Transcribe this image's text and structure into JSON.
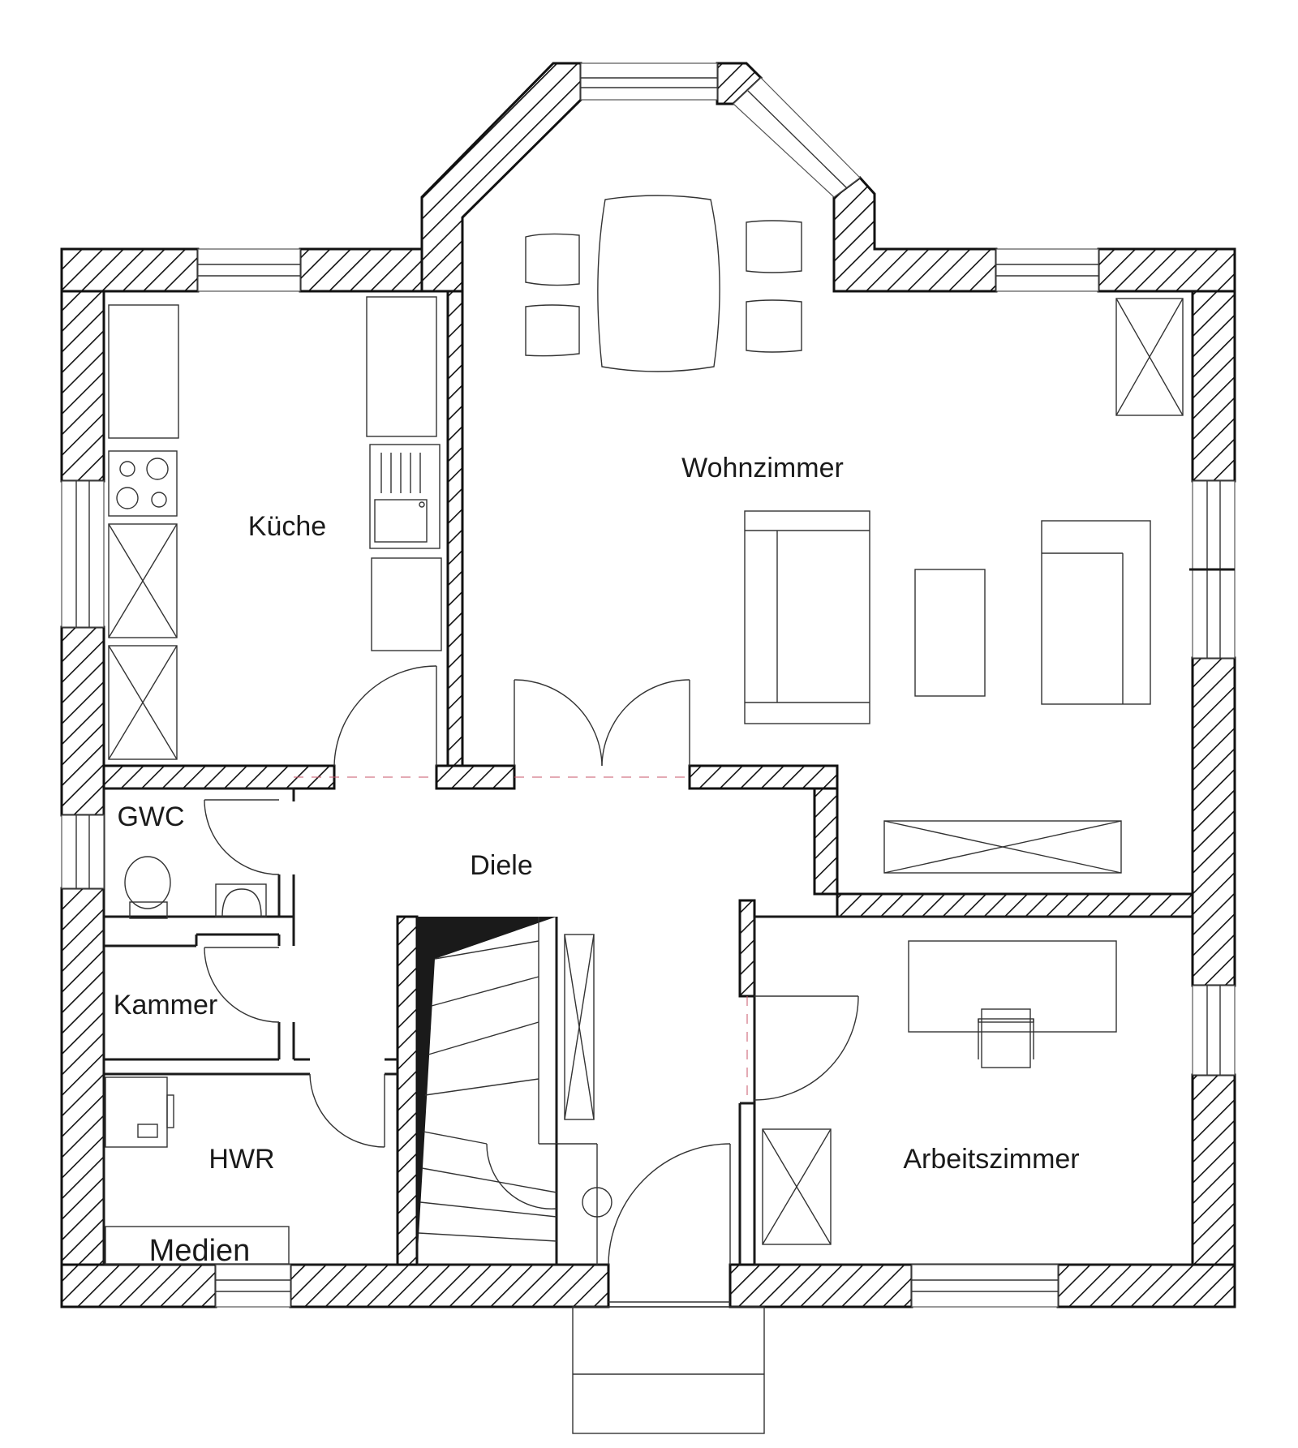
{
  "rooms": {
    "kueche": "Küche",
    "wohnzimmer": "Wohnzimmer",
    "gwc": "GWC",
    "diele": "Diele",
    "kammer": "Kammer",
    "hwr": "HWR",
    "medien": "Medien",
    "arbeitszimmer": "Arbeitszimmer"
  },
  "colors": {
    "wall_stroke": "#111111",
    "line": "#333333",
    "door_threshold": "#c9556a",
    "stair_fill": "#1a1a1a"
  }
}
